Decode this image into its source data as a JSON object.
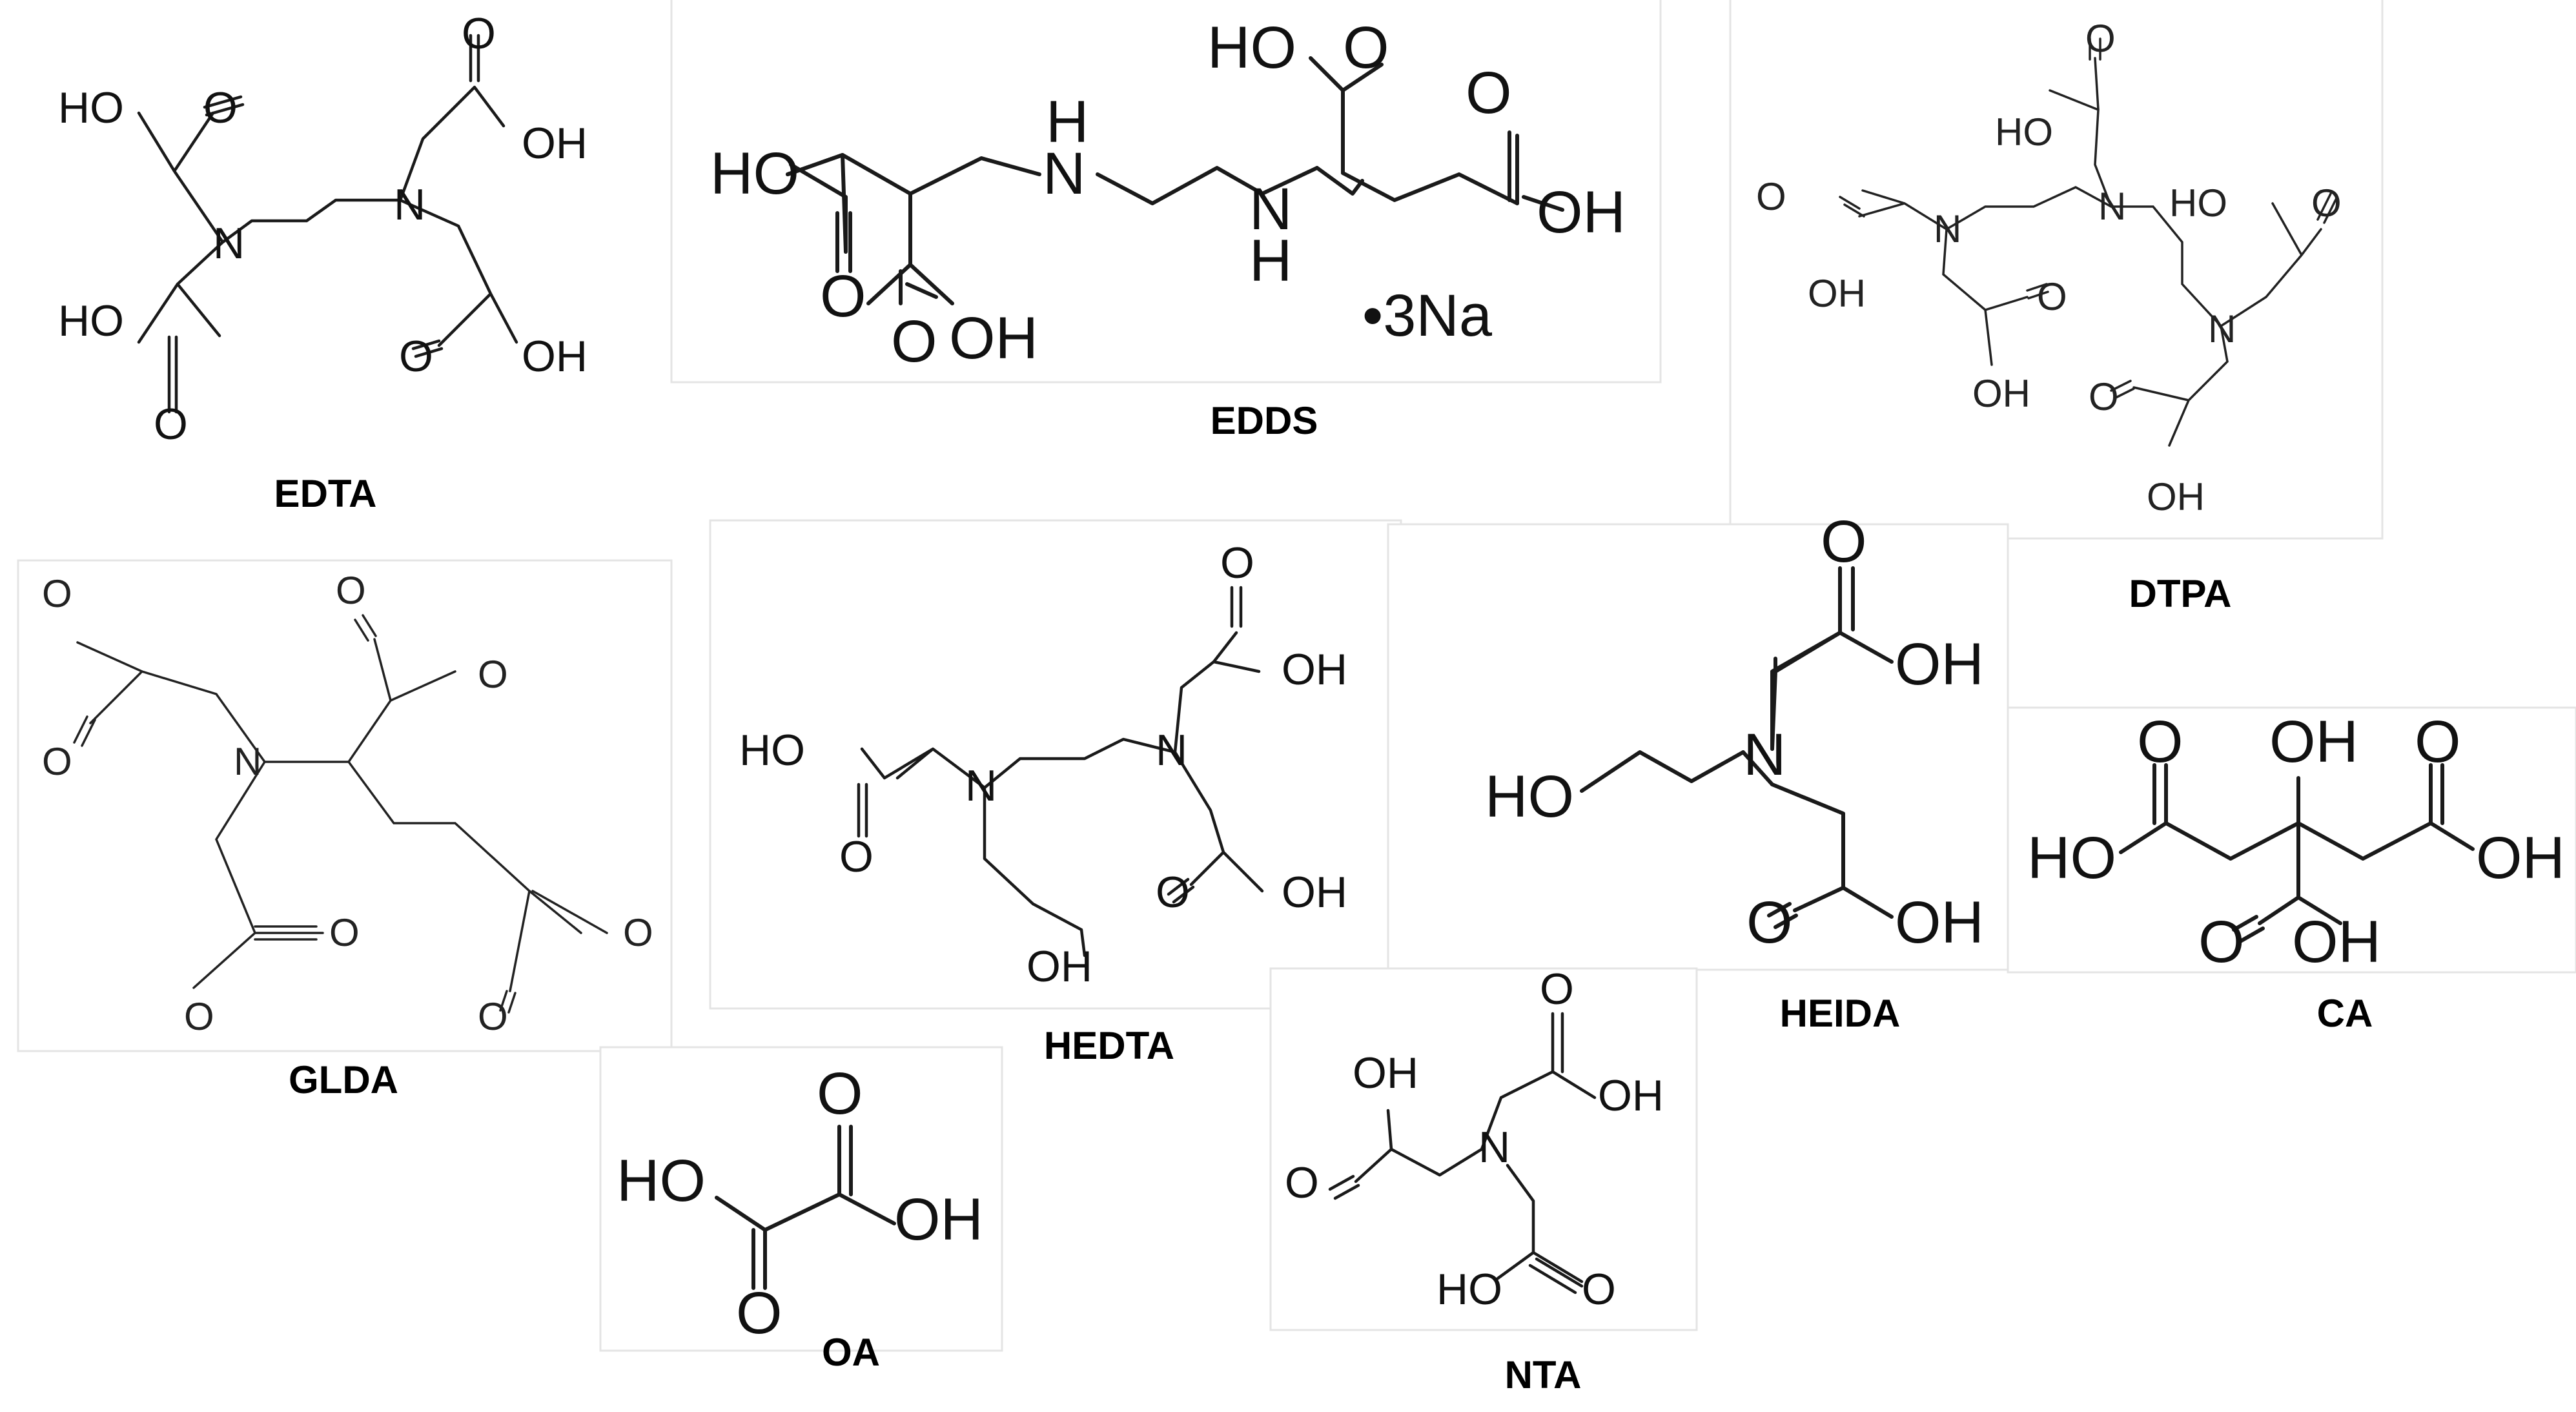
{
  "molecules": {
    "edta": {
      "name": "EDTA"
    },
    "edds": {
      "name": "EDDS",
      "salt": "•3Na"
    },
    "dtpa": {
      "name": "DTPA"
    },
    "glda": {
      "name": "GLDA"
    },
    "hedta": {
      "name": "HEDTA"
    },
    "heida": {
      "name": "HEIDA"
    },
    "ca": {
      "name": "CA"
    },
    "oa": {
      "name": "OA"
    },
    "nta": {
      "name": "NTA"
    }
  },
  "atoms": {
    "ho": "HO",
    "oh": "OH",
    "o": "O",
    "n": "N",
    "h": "H"
  }
}
